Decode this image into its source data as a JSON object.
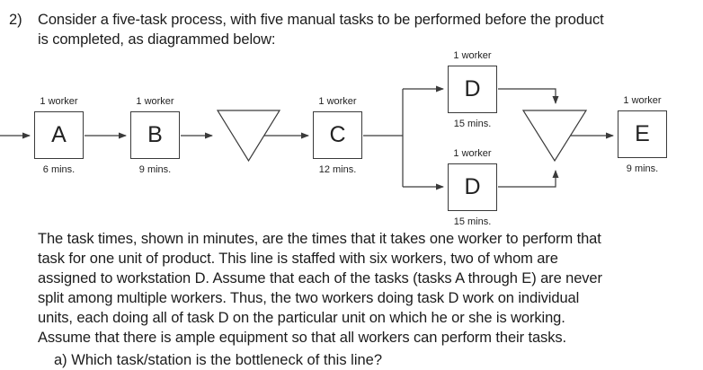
{
  "colors": {
    "background": "#ffffff",
    "text": "#1c1c1c",
    "line": "#3a3a3a"
  },
  "problem": {
    "number": "2)",
    "statement_lines": [
      "Consider a five-task process, with five manual tasks to be performed before the product",
      "is completed, as diagrammed below:"
    ]
  },
  "diagram": {
    "stations": [
      {
        "label": "A",
        "workers": "1 worker",
        "time": "6 mins."
      },
      {
        "label": "B",
        "workers": "1 worker",
        "time": "9 mins."
      },
      {
        "label": "C",
        "workers": "1 worker",
        "time": "12 mins."
      },
      {
        "label": "D",
        "workers": "1 worker",
        "time": "15 mins."
      },
      {
        "label": "D",
        "workers": "1 worker",
        "time": "15 mins."
      },
      {
        "label": "E",
        "workers": "1 worker",
        "time": "9 mins."
      }
    ]
  },
  "body": {
    "lines": [
      "The task times, shown in minutes, are the times that it takes one worker to perform that",
      "task for one unit of product. This line is staffed with six workers, two of whom are",
      "assigned to workstation D. Assume that each of the tasks (tasks A through E) are never",
      "split among multiple workers. Thus, the two workers doing task D work on individual",
      "units, each doing all of task D on the particular unit on which he or she is working.",
      "Assume that there is ample equipment so that all workers can perform their tasks."
    ],
    "clipped_line": "a) Which task/station is the bottleneck of this line?"
  }
}
